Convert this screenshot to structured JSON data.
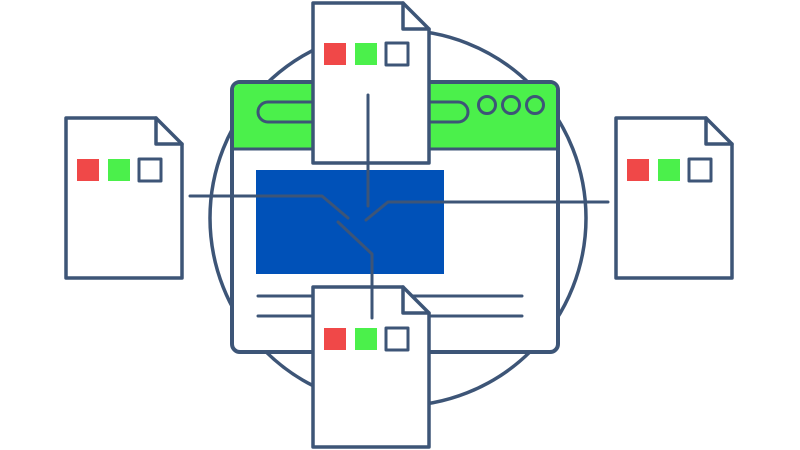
{
  "colors": {
    "stroke": "#3d5577",
    "background": "#ffffff",
    "browser_header": "#4bf04b",
    "content_block": "#0051b8",
    "status_red": "#f04848",
    "status_green": "#4bf04b"
  },
  "icons": {
    "browser": "browser-window-icon",
    "document": "document-icon",
    "connector": "connector-line-icon"
  },
  "documents": [
    {
      "position": "top",
      "squares": [
        "red",
        "green",
        "empty"
      ]
    },
    {
      "position": "left",
      "squares": [
        "red",
        "green",
        "empty"
      ]
    },
    {
      "position": "right",
      "squares": [
        "red",
        "green",
        "empty"
      ]
    },
    {
      "position": "bottom",
      "squares": [
        "red",
        "green",
        "empty"
      ]
    }
  ]
}
